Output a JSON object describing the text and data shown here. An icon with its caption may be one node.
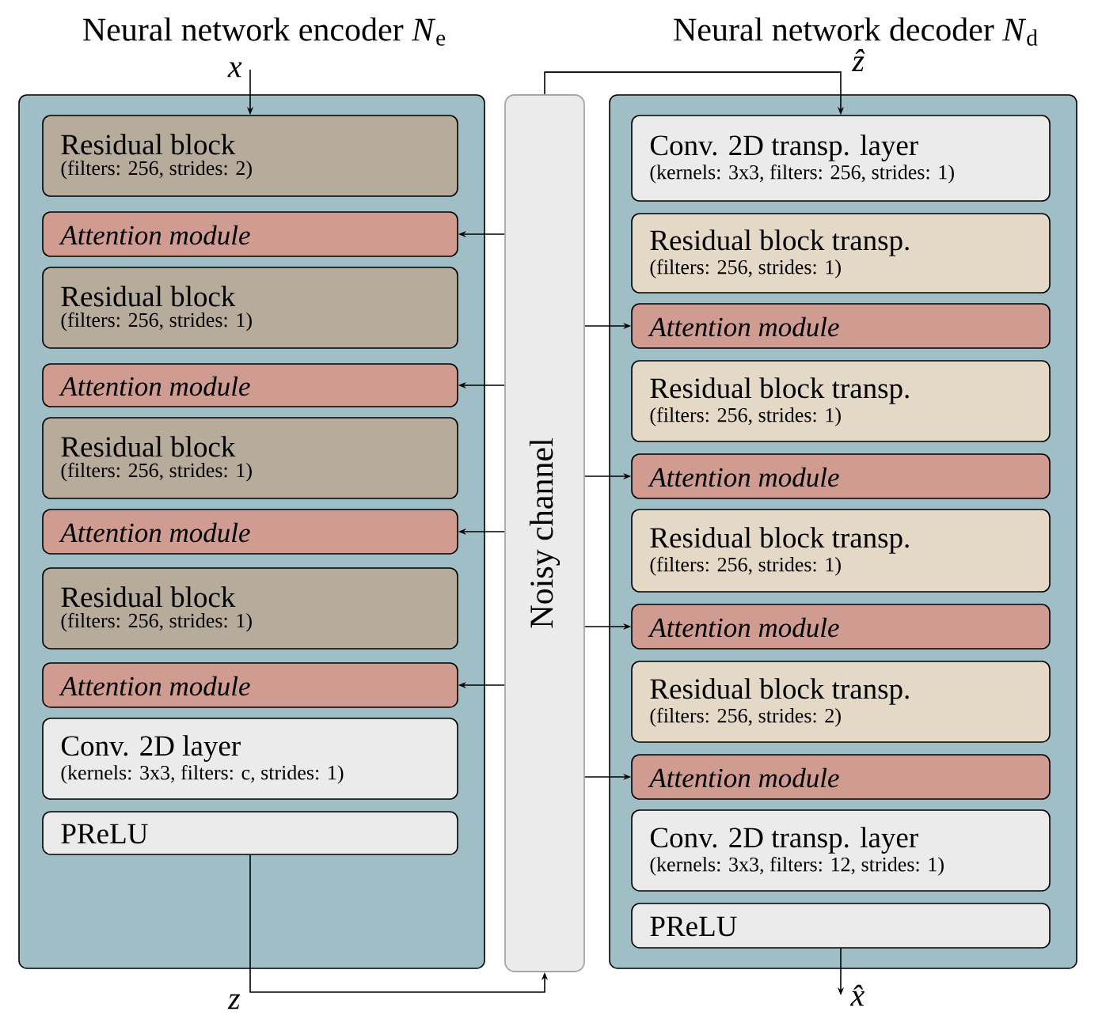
{
  "diagram": {
    "nodes": [
      {
        "text": [
          "Neural network encoder *N*$_{e}$"
        ]
      },
      {
        "text": [
          "Residual block",
          "(filters: 256, strides: 2)"
        ],
        "in": 0
      },
      {
        "text": [
          "Attention module"
        ],
        "in": 0
      },
      {
        "text": [
          "Residual block",
          "(filters: 256, strides: 1)"
        ],
        "in": 0
      },
      {
        "text": [
          "Attention module"
        ],
        "in": 0
      },
      {
        "text": [
          "Residual block",
          "(filters: 256, strides: 1)"
        ],
        "in": 0
      },
      {
        "text": [
          "Attention module"
        ],
        "in": 0
      },
      {
        "text": [
          "Residual block",
          "(filters: 256, strides: 1)"
        ],
        "in": 0
      },
      {
        "text": [
          "Attention module"
        ],
        "in": 0
      },
      {
        "text": [
          "Conv. 2D layer",
          "(kernels: 3x3, filters: c, strides: 1)"
        ],
        "in": 0
      },
      {
        "text": [
          "PReLU"
        ],
        "in": 0
      },
      {
        "text": [
          "Noisy channel"
        ]
      },
      {
        "text": [
          "Neural network decoder *N*$_{d}$"
        ]
      },
      {
        "text": [
          "Conv. 2D transp. layer",
          "(kernels: 3x3, filters: 256, strides: 1)"
        ],
        "in": 12
      },
      {
        "text": [
          "Residual block transp.",
          "(filters: 256, strides: 1)"
        ],
        "in": 12
      },
      {
        "text": [
          "Attention module"
        ],
        "in": 12
      },
      {
        "text": [
          "Residual block transp.",
          "(filters: 256, strides: 1)"
        ],
        "in": 12
      },
      {
        "text": [
          "Attention module"
        ],
        "in": 12
      },
      {
        "text": [
          "Residual block transp.",
          "(filters: 256, strides: 1)"
        ],
        "in": 12
      },
      {
        "text": [
          "Attention module"
        ],
        "in": 12
      },
      {
        "text": [
          "Residual block transp.",
          "(filters: 256, strides: 2)"
        ],
        "in": 12
      },
      {
        "text": [
          "Attention module"
        ],
        "in": 12
      },
      {
        "text": [
          "Conv. 2D transp. layer",
          "(kernels: 3x3, filters: 12, strides: 1)"
        ],
        "in": 12
      },
      {
        "text": [
          "PReLU"
        ],
        "in": 12
      }
    ],
    "edges": [
      {
        "from": null,
        "to": 1,
        "arrow": "to",
        "label": "*x*"
      },
      {
        "from": 11,
        "to": 2,
        "arrow": "to"
      },
      {
        "from": 11,
        "to": 4,
        "arrow": "to"
      },
      {
        "from": 11,
        "to": 6,
        "arrow": "to"
      },
      {
        "from": 11,
        "to": 8,
        "arrow": "to"
      },
      {
        "from": 10,
        "to": 11,
        "arrow": "to",
        "label": "*z*"
      },
      {
        "from": 11,
        "to": 13,
        "arrow": "to",
        "label": "*ẑ*"
      },
      {
        "from": 11,
        "to": 15,
        "arrow": "to"
      },
      {
        "from": 11,
        "to": 17,
        "arrow": "to"
      },
      {
        "from": 11,
        "to": 19,
        "arrow": "to"
      },
      {
        "from": 11,
        "to": 21,
        "arrow": "to"
      },
      {
        "from": 23,
        "to": null,
        "arrow": "to",
        "label": "*x̂*"
      }
    ]
  }
}
